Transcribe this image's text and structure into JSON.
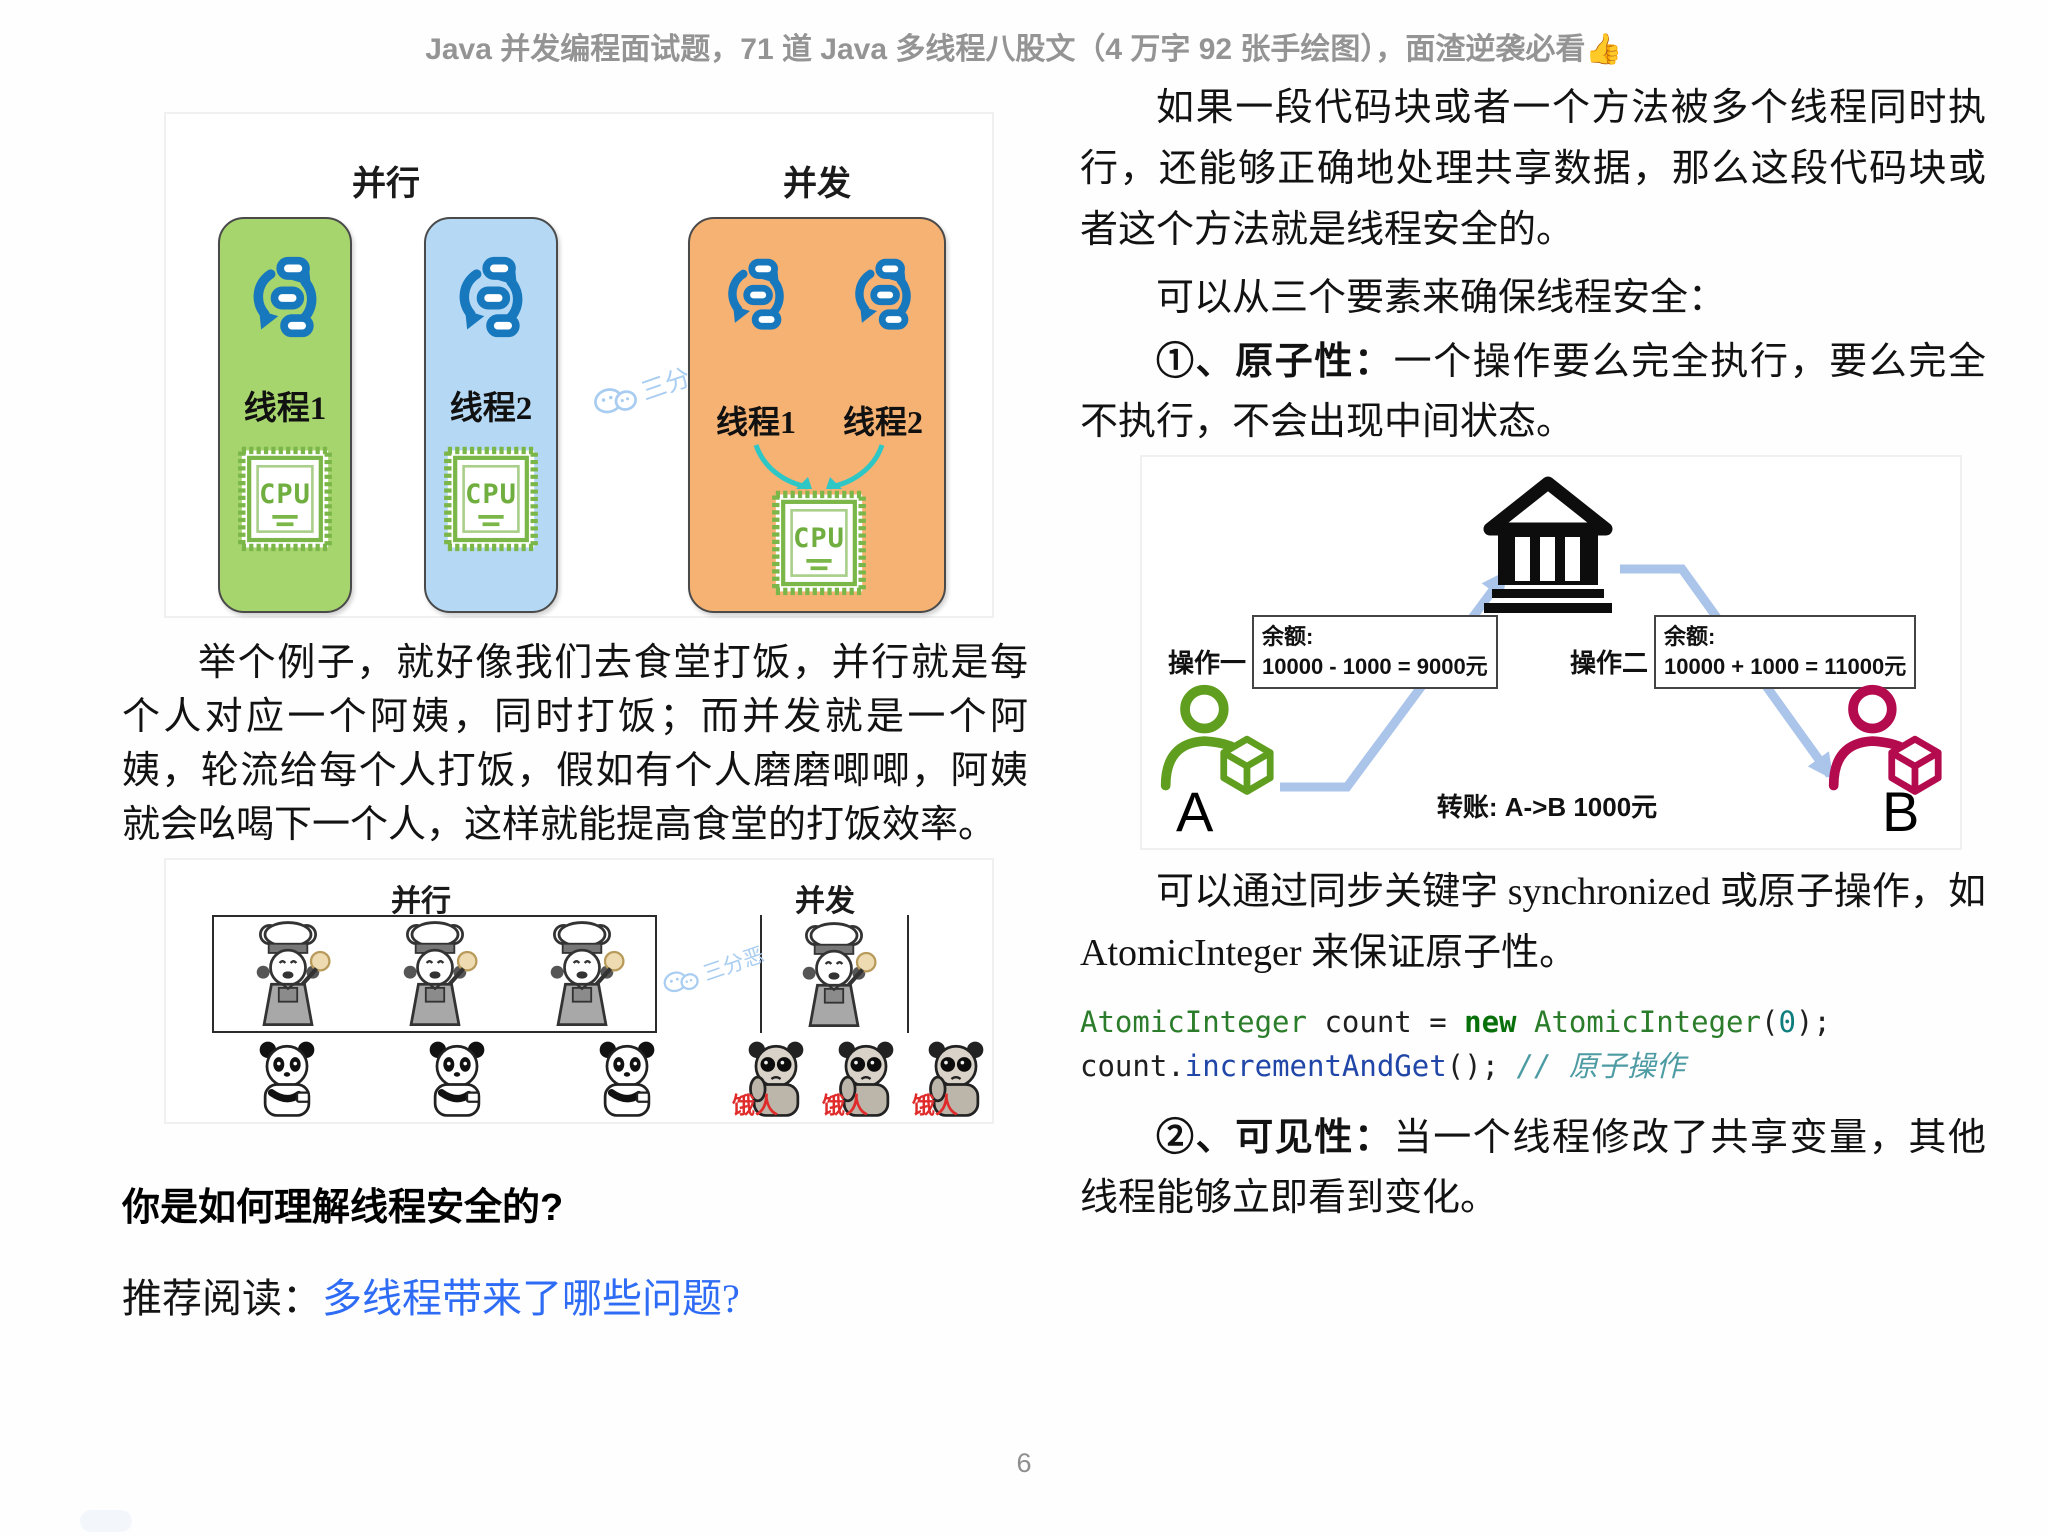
{
  "header": {
    "title": "Java 并发编程面试题，71 道 Java 多线程八股文（4 万字 92 张手绘图），面渣逆袭必看👍"
  },
  "left": {
    "cpu_diagram": {
      "parallel_title": "并行",
      "concurrent_title": "并发",
      "thread1_label": "线程1",
      "thread2_label": "线程2",
      "cpu_label": "CPU",
      "watermark": "三分恶"
    },
    "canteen_paragraph": "举个例子，就好像我们去食堂打饭，并行就是每个人对应一个阿姨，同时打饭；而并发就是一个阿姨，轮流给每个人打饭，假如有个人磨磨唧唧，阿姨就会吆喝下一个人，这样就能提高食堂的打饭效率。",
    "meme_diagram": {
      "parallel_title": "并行",
      "concurrent_title": "并发",
      "hungry_label": "饿人",
      "watermark": "三分恶"
    },
    "question_heading": "你是如何理解线程安全的?",
    "recommend_prefix": "推荐阅读：",
    "recommend_link": "多线程带来了哪些问题?"
  },
  "right": {
    "intro_paragraph": "如果一段代码块或者一个方法被多个线程同时执行，还能够正确地处理共享数据，那么这段代码块或者这个方法就是线程安全的。",
    "elements_line": "可以从三个要素来确保线程安全：",
    "atomicity_term": "①、原子性：",
    "atomicity_desc": "一个操作要么完全执行，要么完全不执行，不会出现中间状态。",
    "transfer_diagram": {
      "op1_label": "操作一",
      "op1_balance_title": "余额:",
      "op1_balance_expr": "10000 - 1000 = 9000元",
      "op2_label": "操作二",
      "op2_balance_title": "余额:",
      "op2_balance_expr": "10000 + 1000 = 11000元",
      "person_a_label": "A",
      "person_b_label": "B",
      "transfer_note": "转账: A->B 1000元"
    },
    "sync_paragraph": "可以通过同步关键字 synchronized 或原子操作，如 AtomicInteger 来保证原子性。",
    "code": {
      "l1_type1": "AtomicInteger",
      "l1_mid": " count = ",
      "l1_kw": "new",
      "l1_sp": " ",
      "l1_type2": "AtomicInteger",
      "l1_open": "(",
      "l1_num": "0",
      "l1_close": ");",
      "l2_head": "count.",
      "l2_method": "incrementAndGet",
      "l2_tail": "();",
      "l2_space": " ",
      "l2_comment": "// 原子操作"
    },
    "visibility_term": "②、可见性：",
    "visibility_desc": "当一个线程修改了共享变量，其他线程能够立即看到变化。"
  },
  "footer": {
    "page_number": "6"
  },
  "colors": {
    "link_blue": "#2e6cf5",
    "box_green": "#a6d46d",
    "box_blue": "#b5d9f4",
    "box_orange": "#f6b273",
    "thread_icon_blue": "#1878be",
    "cpu_green": "#7ab648",
    "person_a_green": "#5f9e1e",
    "person_b_crimson": "#b40a4e",
    "transfer_arrow_blue": "#aac4ea",
    "hungry_red": "#e02b2b"
  }
}
